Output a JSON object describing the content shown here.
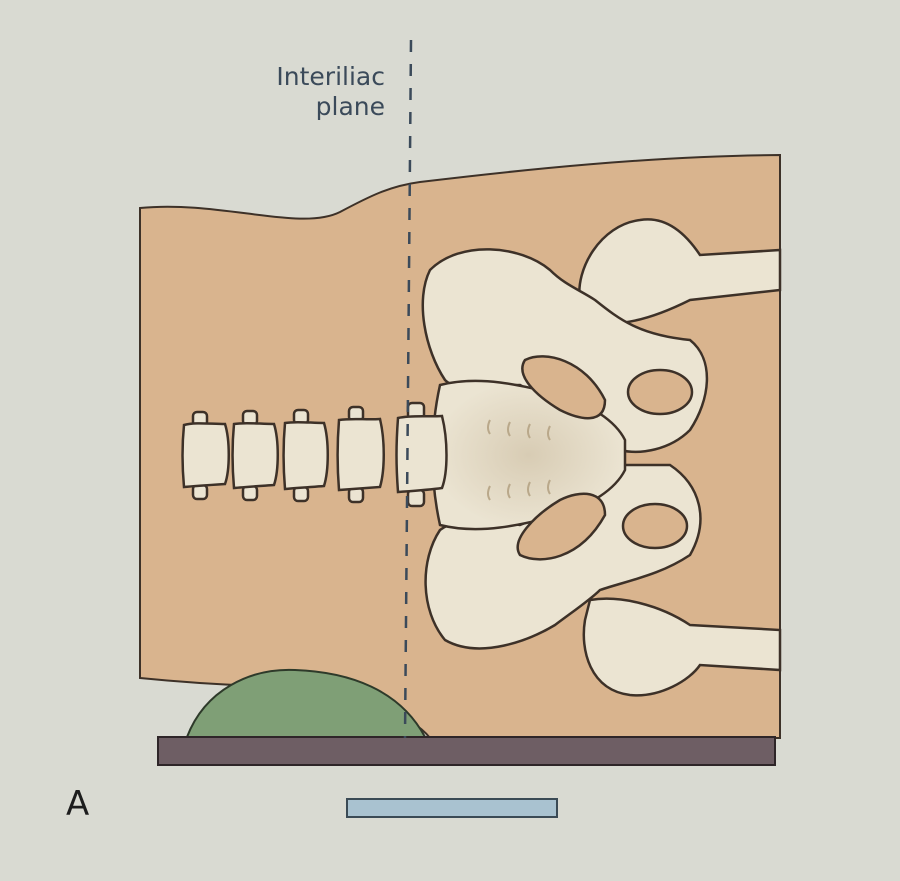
{
  "figure": {
    "plane_label_line1": "Interiliac",
    "plane_label_line2": "plane",
    "panel_label": "A"
  },
  "colors": {
    "background": "#d9dad2",
    "body": "#d9b48e",
    "bone": "#ebe4d2",
    "outline": "#3d3128",
    "cushion": "#7f9f76",
    "table": "#6e5e64",
    "bar": "#a9c2d0",
    "plane_line": "#3b4a5a"
  }
}
